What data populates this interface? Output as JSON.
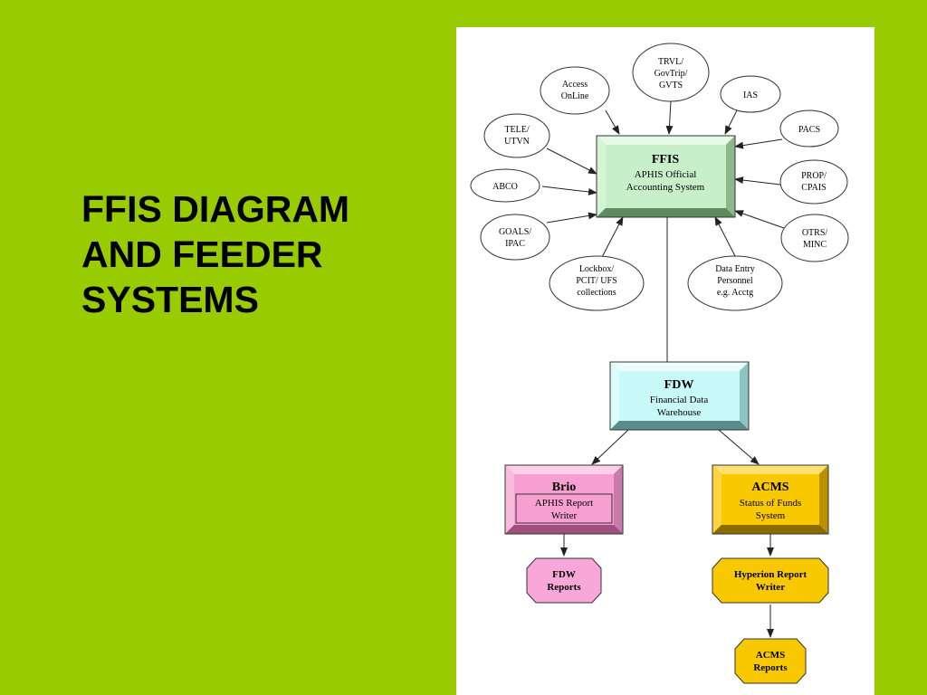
{
  "slide": {
    "title_lines": [
      "FFIS DIAGRAM",
      "AND FEEDER",
      "SYSTEMS"
    ],
    "background": "#99cc00"
  },
  "colors": {
    "ffis_fill": "#c8f0c8",
    "fdw_fill": "#c8f8f8",
    "brio_fill": "#f79fd1",
    "acms_fill": "#f8c800",
    "hexagon_pink": "#f7a8d8",
    "hexagon_yellow": "#f8c800"
  },
  "feeders": [
    {
      "id": "access-online",
      "lines": [
        "Access",
        "OnLine"
      ]
    },
    {
      "id": "trvl-govtrip-gvts",
      "lines": [
        "TRVL/",
        "GovTrip/",
        "GVTS"
      ]
    },
    {
      "id": "ias",
      "lines": [
        "IAS"
      ]
    },
    {
      "id": "tele-utvn",
      "lines": [
        "TELE/",
        "UTVN"
      ]
    },
    {
      "id": "pacs",
      "lines": [
        "PACS"
      ]
    },
    {
      "id": "abco",
      "lines": [
        "ABCO"
      ]
    },
    {
      "id": "prop-cpais",
      "lines": [
        "PROP/",
        "CPAIS"
      ]
    },
    {
      "id": "goals-ipac",
      "lines": [
        "GOALS/",
        "IPAC"
      ]
    },
    {
      "id": "otrs-minc",
      "lines": [
        "OTRS/",
        "MINC"
      ]
    },
    {
      "id": "lockbox",
      "lines": [
        "Lockbox/",
        "PCIT/ UFS",
        "collections"
      ]
    },
    {
      "id": "data-entry",
      "lines": [
        "Data Entry",
        "Personnel",
        "e.g. Acctg"
      ]
    }
  ],
  "systems": {
    "ffis": {
      "title": "FFIS",
      "lines": [
        "APHIS Official",
        "Accounting System"
      ]
    },
    "fdw": {
      "title": "FDW",
      "lines": [
        "Financial Data",
        "Warehouse"
      ]
    },
    "brio": {
      "title": "Brio",
      "lines": [
        "APHIS Report",
        "Writer"
      ]
    },
    "acms": {
      "title": "ACMS",
      "lines": [
        "Status of Funds",
        "System"
      ]
    }
  },
  "outputs": {
    "fdw_reports": {
      "lines": [
        "FDW",
        "Reports"
      ]
    },
    "hyperion": {
      "lines": [
        "Hyperion Report",
        "Writer"
      ]
    },
    "acms_reports": {
      "lines": [
        "ACMS",
        "Reports"
      ]
    }
  }
}
